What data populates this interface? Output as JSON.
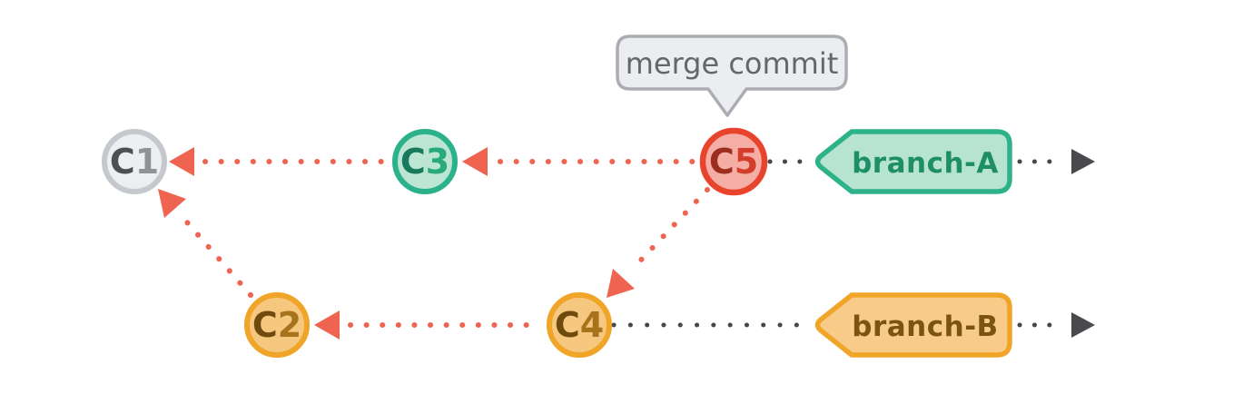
{
  "diagram_type": "git-commit-graph",
  "tooltip": {
    "text": "merge commit"
  },
  "commits": [
    {
      "id": "C1",
      "prefix": "C",
      "num": "1"
    },
    {
      "id": "C2",
      "prefix": "C",
      "num": "2"
    },
    {
      "id": "C3",
      "prefix": "C",
      "num": "3"
    },
    {
      "id": "C4",
      "prefix": "C",
      "num": "4"
    },
    {
      "id": "C5",
      "prefix": "C",
      "num": "5"
    }
  ],
  "branches": [
    {
      "label": "branch-A"
    },
    {
      "label": "branch-B"
    }
  ],
  "edges": [
    {
      "from": "C3",
      "to": "C1"
    },
    {
      "from": "C5",
      "to": "C3"
    },
    {
      "from": "C5",
      "to": "C4"
    },
    {
      "from": "C4",
      "to": "C2"
    },
    {
      "from": "C2",
      "to": "C1"
    }
  ],
  "colors": {
    "parent_arrow_red": "#ef6450",
    "timeline_dark": "#46474a",
    "commit_gray_fill": "#eceef1",
    "commit_gray_stroke": "#c5c8cc",
    "teal_fill": "#bce6d3",
    "teal_stroke": "#2cb28b",
    "red_fill": "#f4aea5",
    "red_stroke": "#e8432d",
    "orange_fill": "#f6c87f",
    "orange_stroke": "#f0a428",
    "tooltip_fill": "#ebedf0",
    "tooltip_stroke": "#abadb2"
  }
}
